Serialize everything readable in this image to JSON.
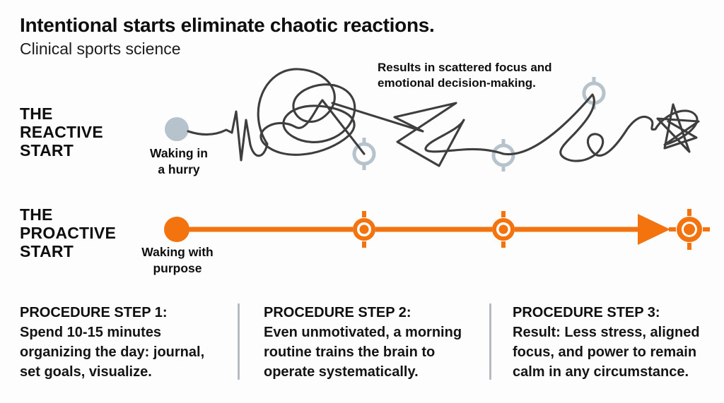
{
  "colors": {
    "accent_orange": "#f3730f",
    "marker_gray": "#b7c3cc",
    "ink": "#3e3e3e",
    "divider_gray": "#b6bcc2",
    "text_black": "#0e0e0e"
  },
  "header": {
    "title": "Intentional starts eliminate chaotic reactions.",
    "subtitle": "Clinical sports science"
  },
  "reactive": {
    "label": [
      "THE",
      "REACTIVE",
      "START"
    ],
    "start_caption": [
      "Waking in",
      "a hurry"
    ],
    "annotation": [
      "Results in scattered focus and",
      "emotional decision-making."
    ]
  },
  "proactive": {
    "label": [
      "THE",
      "PROACTIVE",
      "START"
    ],
    "start_caption": [
      "Waking with",
      "purpose"
    ]
  },
  "steps": [
    {
      "heading": "PROCEDURE STEP 1:",
      "lines": [
        "Spend 10-15 minutes",
        "organizing the day: journal,",
        "set goals, visualize."
      ]
    },
    {
      "heading": "PROCEDURE STEP 2:",
      "lines": [
        "Even unmotivated, a morning",
        "routine trains the brain to",
        "operate systematically."
      ]
    },
    {
      "heading": "PROCEDURE STEP 3:",
      "lines": [
        "Result: Less stress, aligned",
        "focus, and power to remain",
        "calm in any circumstance."
      ]
    }
  ]
}
